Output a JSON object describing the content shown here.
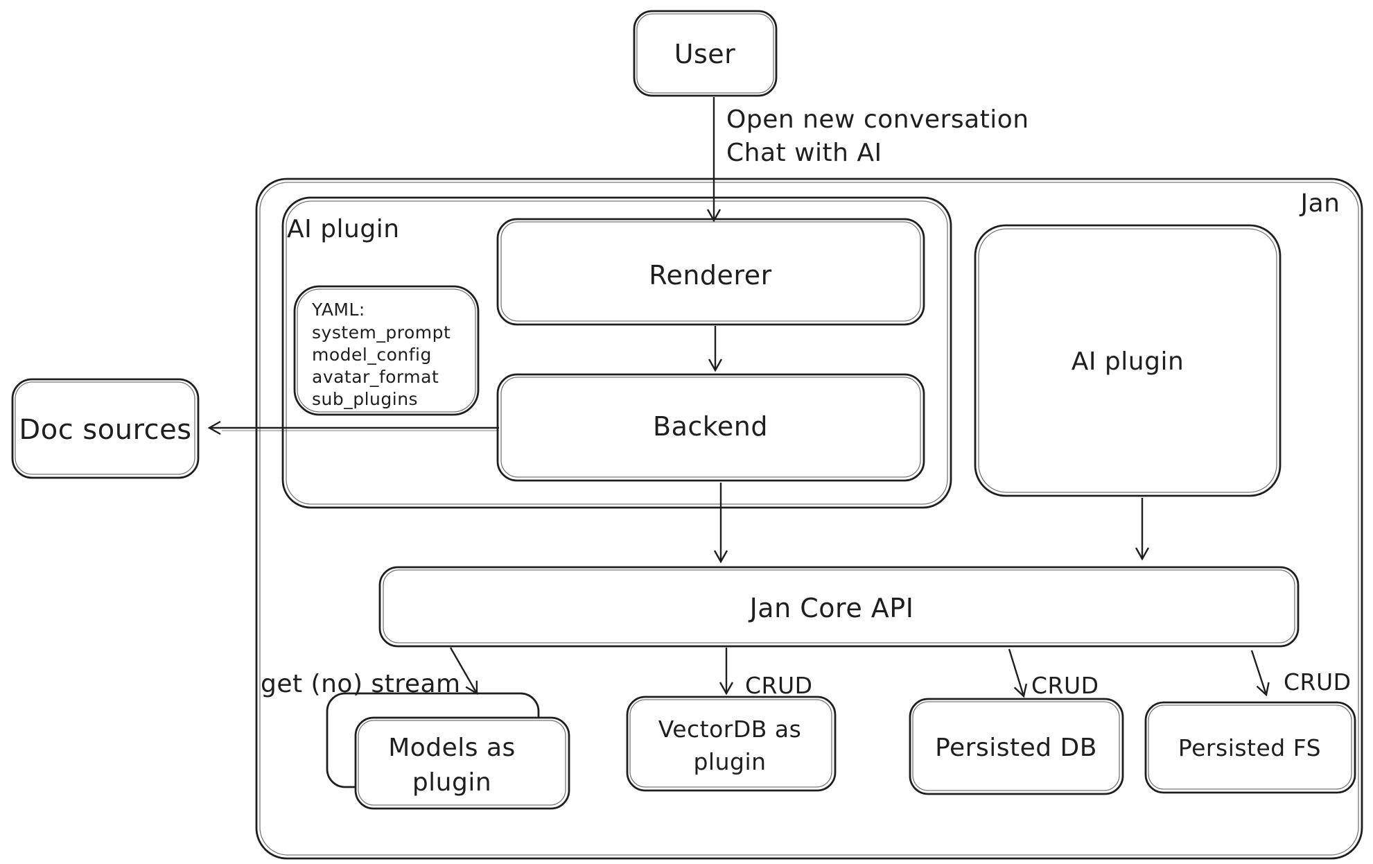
{
  "diagram": {
    "colors": {
      "stroke": "#1e1e1e",
      "background": "#ffffff"
    },
    "nodes": {
      "user": {
        "label": "User"
      },
      "jan_container": {
        "label": "Jan"
      },
      "ai_plugin_left": {
        "label": "AI plugin"
      },
      "renderer": {
        "label": "Renderer"
      },
      "yaml_note": {
        "lines": [
          "YAML:",
          "system_prompt",
          "model_config",
          "avatar_format",
          "sub_plugins"
        ]
      },
      "backend": {
        "label": "Backend"
      },
      "ai_plugin_right": {
        "label": "AI plugin"
      },
      "doc_sources": {
        "label": "Doc sources"
      },
      "jan_core_api": {
        "label": "Jan Core API"
      },
      "models_plugin": {
        "line1": "Models as",
        "line2": "plugin"
      },
      "vectordb_plugin": {
        "line1": "VectorDB as",
        "line2": "plugin"
      },
      "persisted_db": {
        "label": "Persisted DB"
      },
      "persisted_fs": {
        "label": "Persisted FS"
      }
    },
    "edges": {
      "user_to_renderer": {
        "label_line1": "Open new conversation",
        "label_line2": "Chat with AI"
      },
      "jan_core_to_models": {
        "label": "get (no) stream"
      },
      "jan_core_to_vectordb": {
        "label": "CRUD"
      },
      "jan_core_to_persisted_db": {
        "label": "CRUD"
      },
      "jan_core_to_persisted_fs": {
        "label": "CRUD"
      }
    }
  }
}
